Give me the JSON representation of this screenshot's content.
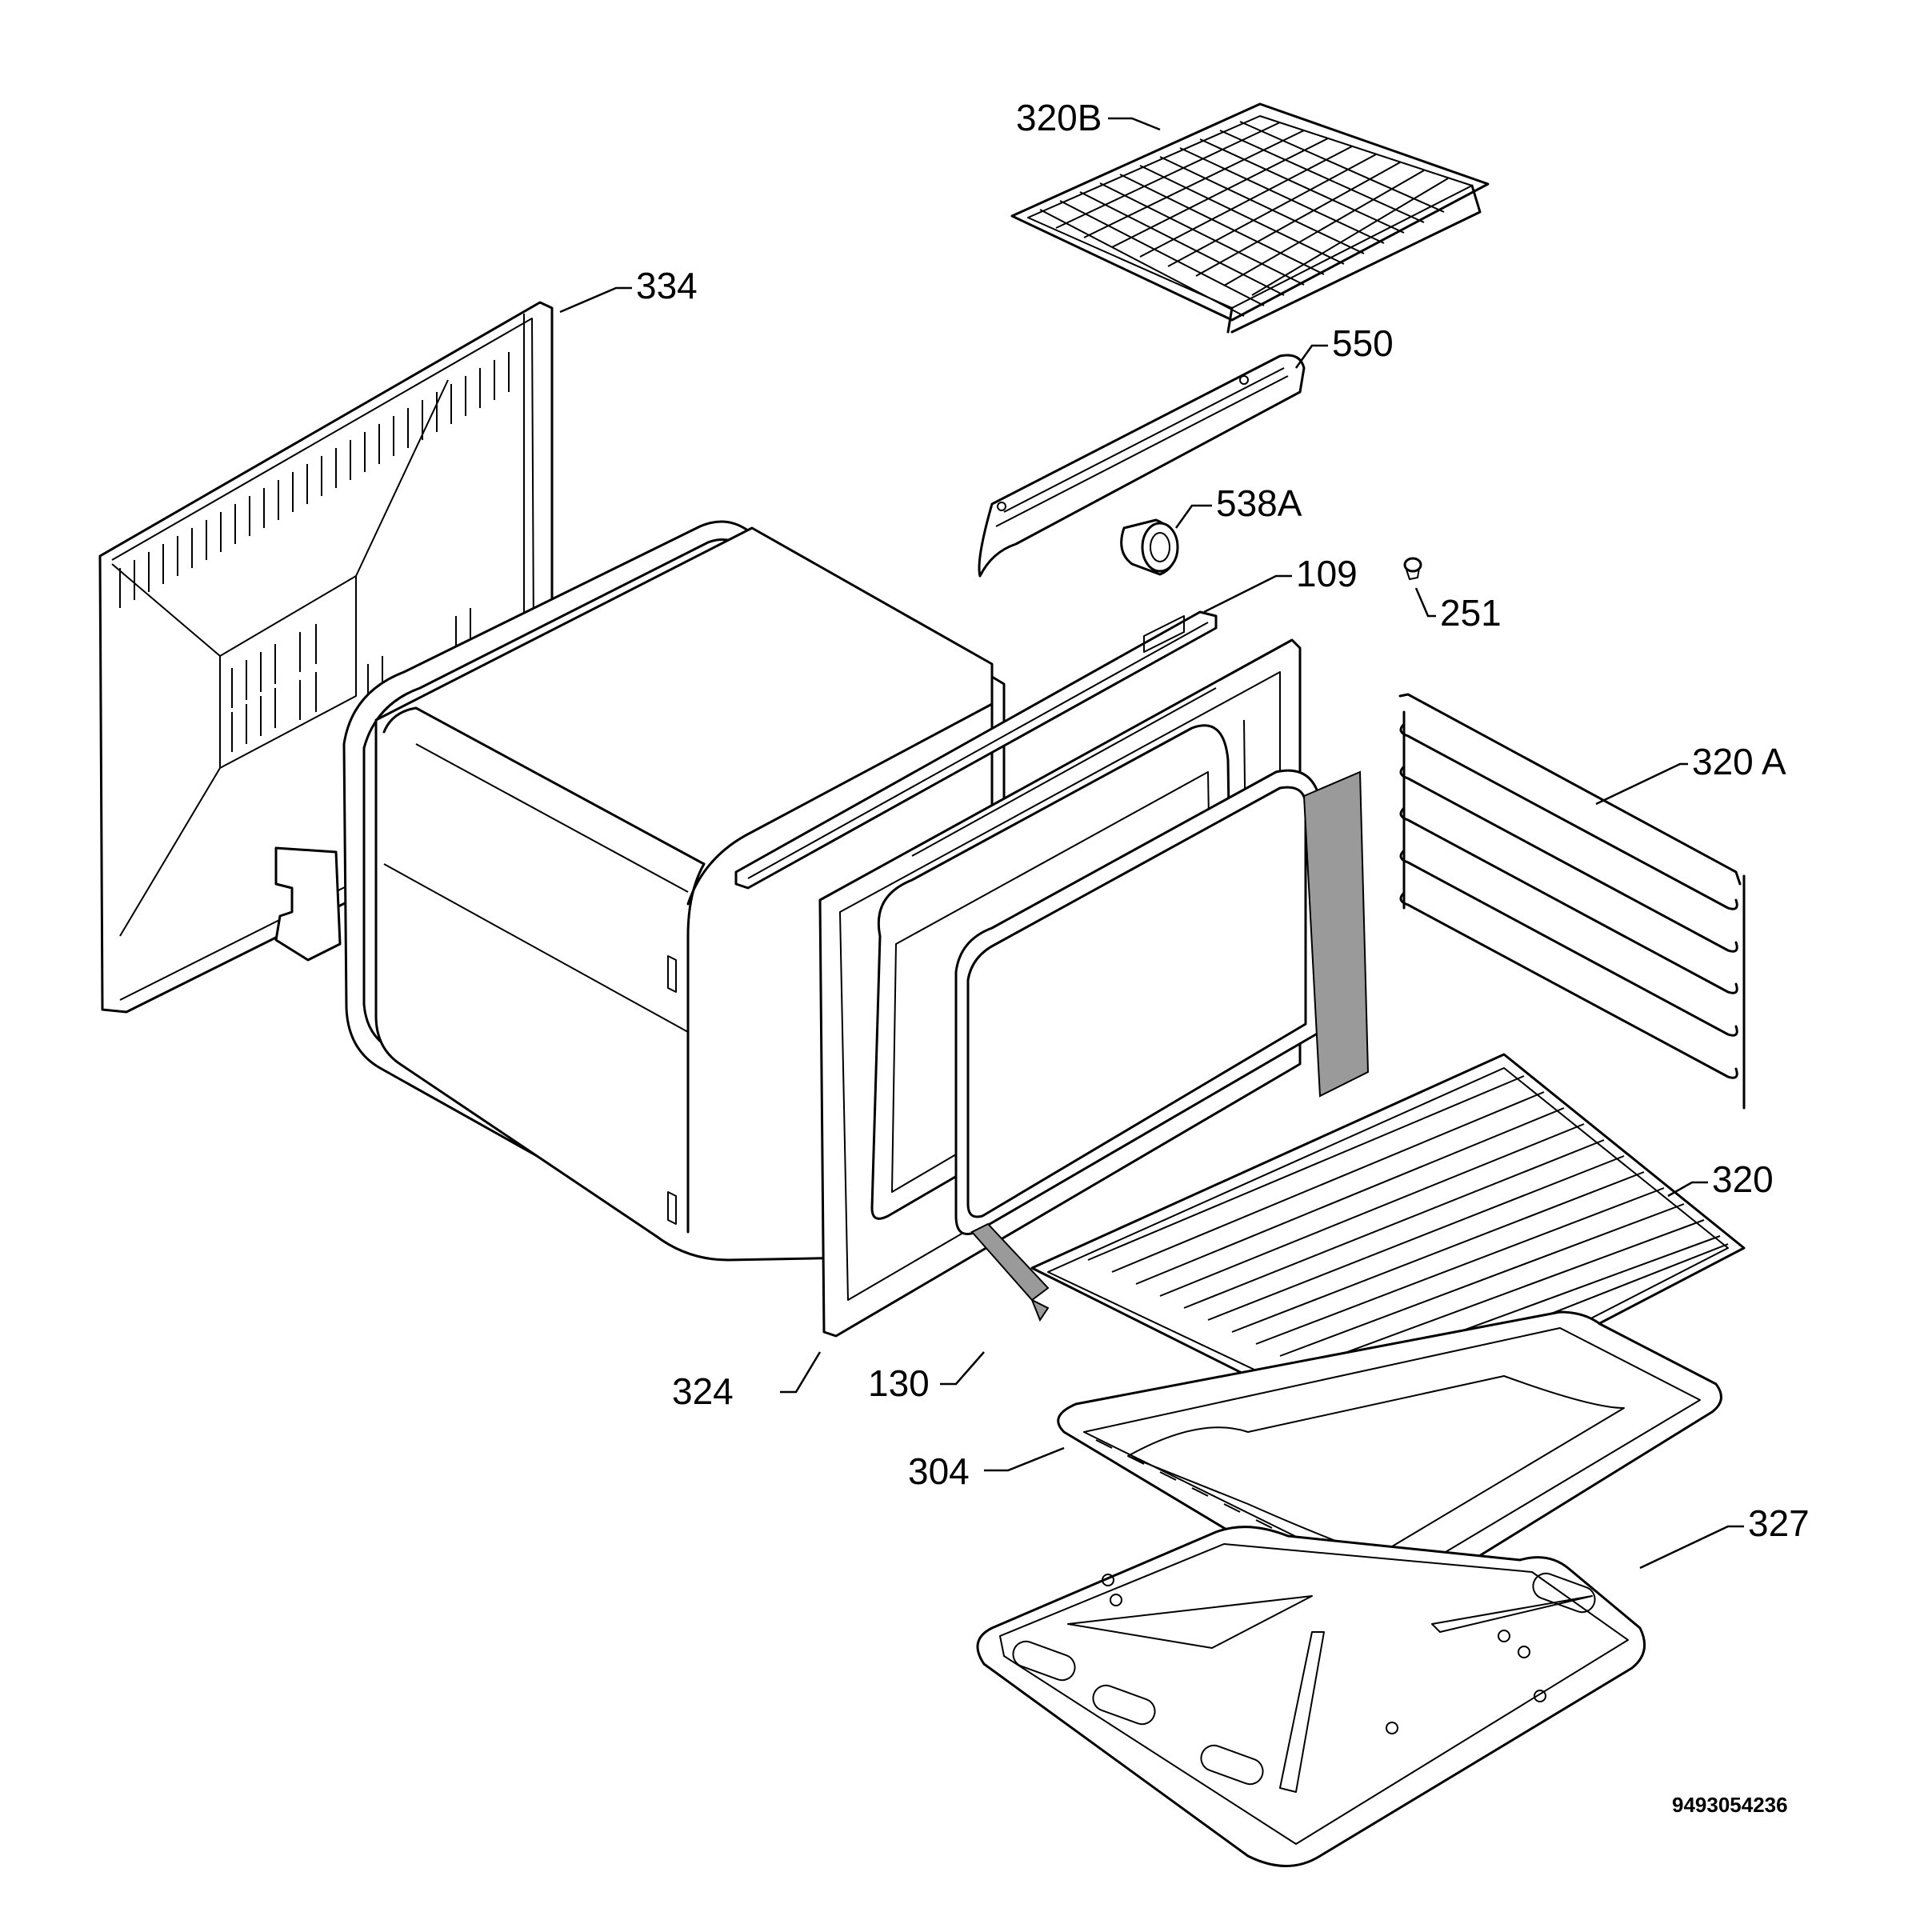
{
  "diagram": {
    "labels": {
      "p320b": "320B",
      "p334": "334",
      "p550": "550",
      "p538a": "538A",
      "p109": "109",
      "p251": "251",
      "p320a": "320 A",
      "p320": "320",
      "p324": "324",
      "p130": "130",
      "p304": "304",
      "p327": "327"
    },
    "drawing_code": "9493054236"
  }
}
